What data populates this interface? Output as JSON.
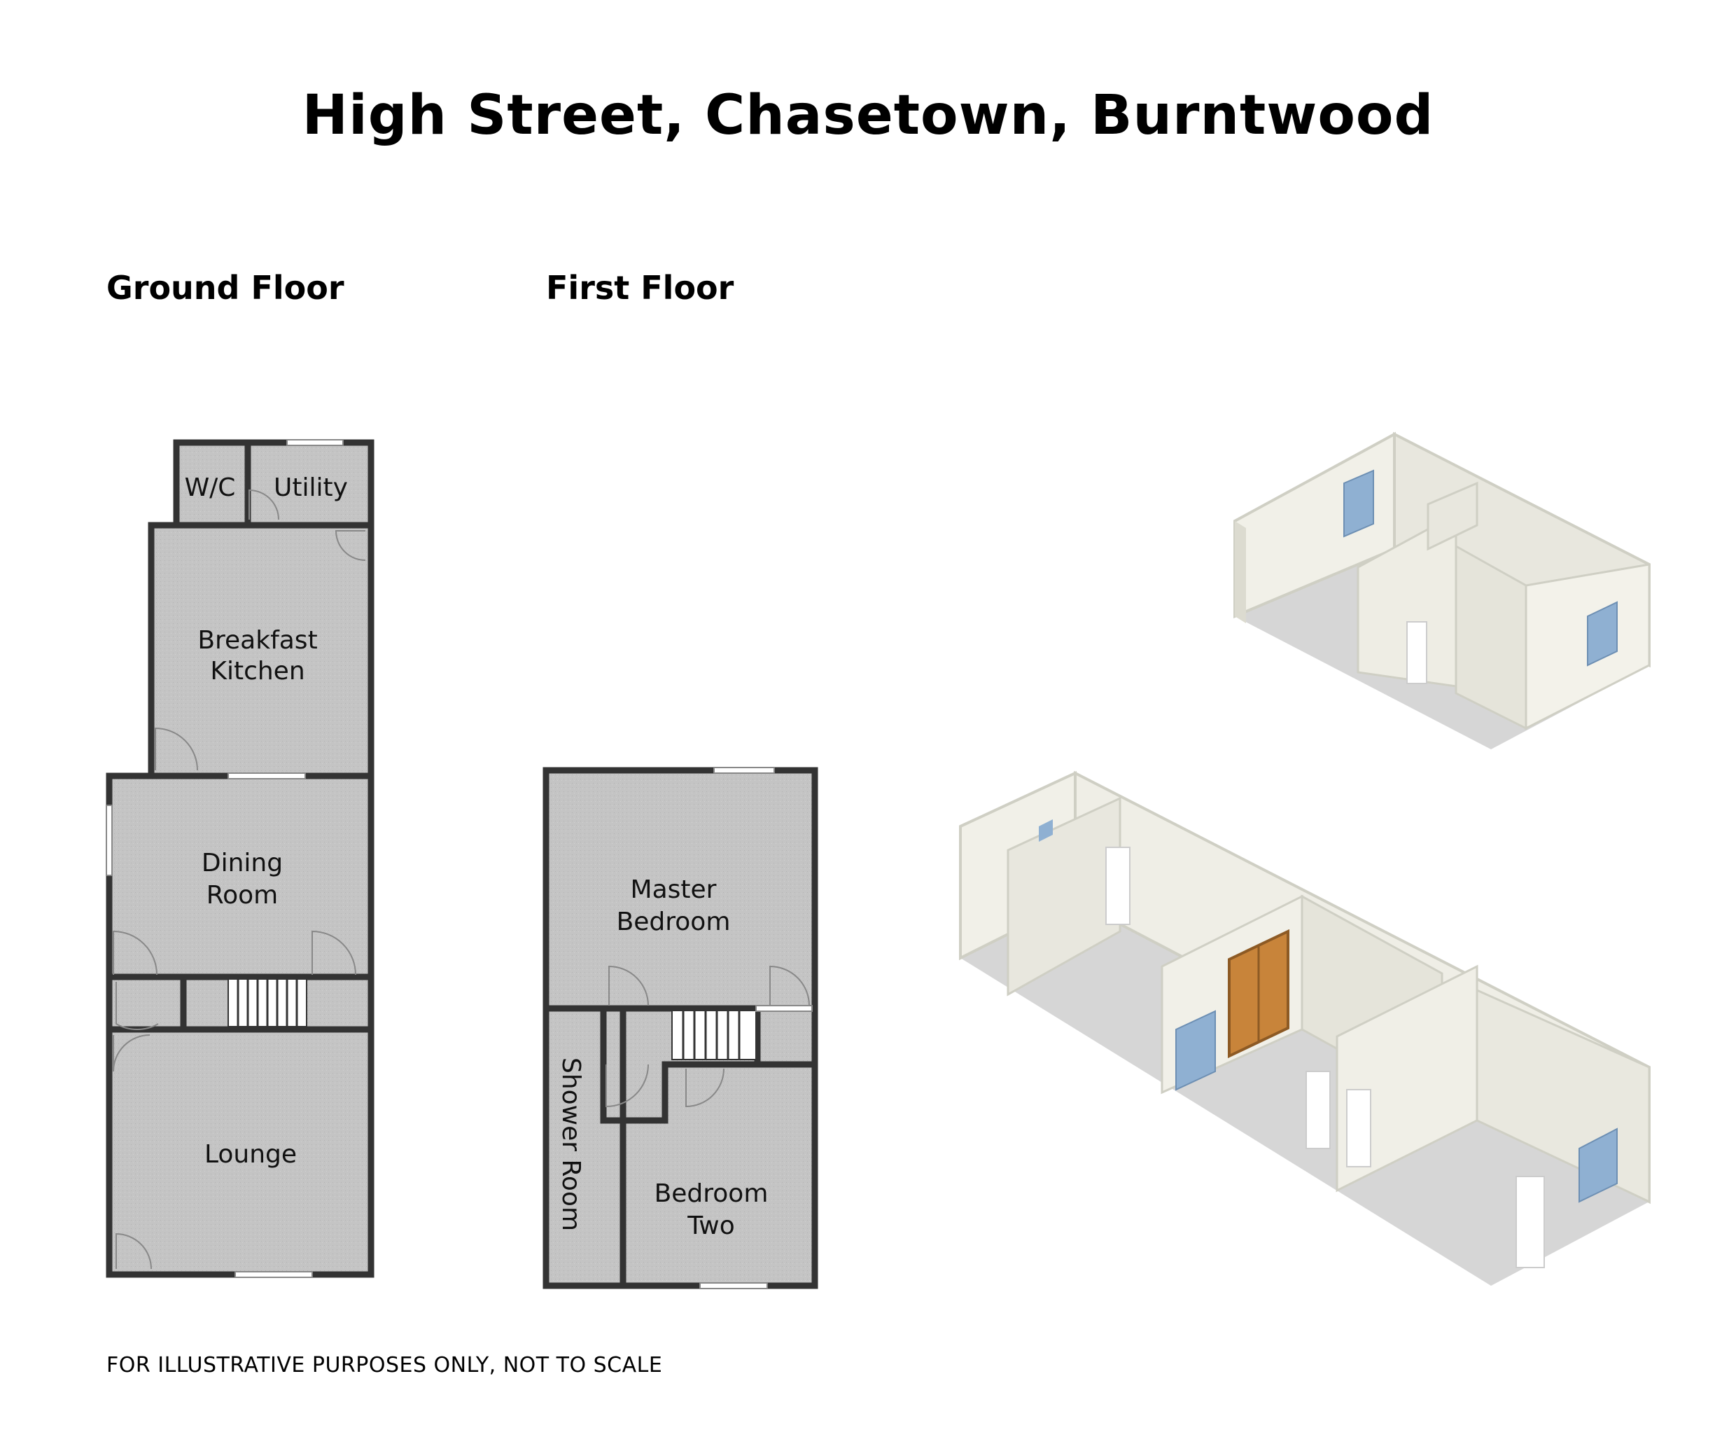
{
  "title": "High Street, Chasetown, Burntwood",
  "ground_floor": {
    "label": "Ground Floor",
    "rooms": {
      "wc": "W/C",
      "utility": "Utility",
      "kitchen_line1": "Breakfast",
      "kitchen_line2": "Kitchen",
      "dining_line1": "Dining",
      "dining_line2": "Room",
      "lounge": "Lounge"
    }
  },
  "first_floor": {
    "label": "First Floor",
    "rooms": {
      "master_line1": "Master",
      "master_line2": "Bedroom",
      "shower": "Shower Room",
      "bed2_line1": "Bedroom",
      "bed2_line2": "Two"
    }
  },
  "disclaimer": "FOR ILLUSTRATIVE PURPOSES ONLY, NOT TO SCALE",
  "colors": {
    "floor": "#c4c4c4",
    "wall": "#333333",
    "wall_3d": "#f1f0e8",
    "wall_3d_shade": "#dcdbd0",
    "floor_3d": "#d6d6d6",
    "window": "#8fb0d2",
    "patio_door": "#c8843a"
  }
}
